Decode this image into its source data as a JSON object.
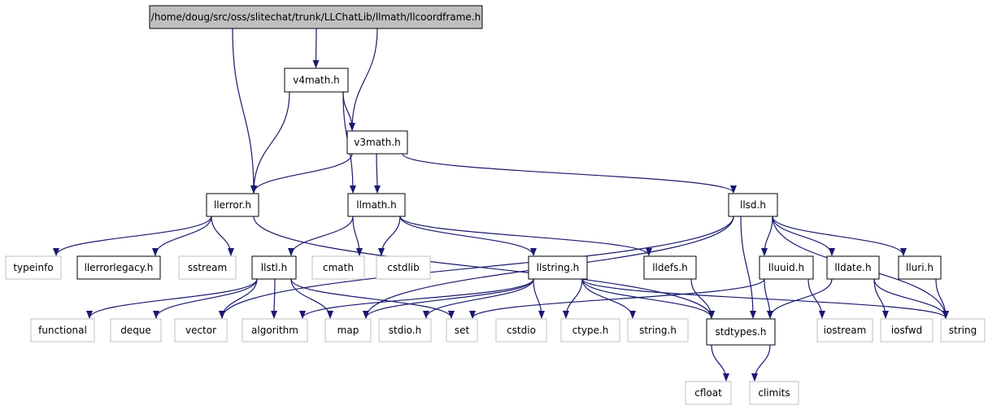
{
  "nodes": [
    {
      "id": "root",
      "label": "/home/doug/src/oss/slitechat/trunk/LLChatLib/llmath/llcoordframe.h",
      "style": "root"
    },
    {
      "id": "v4math",
      "label": "v4math.h",
      "style": "doc"
    },
    {
      "id": "v3math",
      "label": "v3math.h",
      "style": "doc"
    },
    {
      "id": "llerror",
      "label": "llerror.h",
      "style": "doc"
    },
    {
      "id": "llmath",
      "label": "llmath.h",
      "style": "doc"
    },
    {
      "id": "llsd",
      "label": "llsd.h",
      "style": "doc"
    },
    {
      "id": "typeinfo",
      "label": "typeinfo",
      "style": "sys"
    },
    {
      "id": "llerrorlegacy",
      "label": "llerrorlegacy.h",
      "style": "doc"
    },
    {
      "id": "sstream",
      "label": "sstream",
      "style": "sys"
    },
    {
      "id": "llstl",
      "label": "llstl.h",
      "style": "doc"
    },
    {
      "id": "cmath",
      "label": "cmath",
      "style": "sys"
    },
    {
      "id": "cstdlib",
      "label": "cstdlib",
      "style": "sys"
    },
    {
      "id": "llstring",
      "label": "llstring.h",
      "style": "doc"
    },
    {
      "id": "lldefs",
      "label": "lldefs.h",
      "style": "doc"
    },
    {
      "id": "lluuid",
      "label": "lluuid.h",
      "style": "doc"
    },
    {
      "id": "lldate",
      "label": "lldate.h",
      "style": "doc"
    },
    {
      "id": "lluri",
      "label": "lluri.h",
      "style": "doc"
    },
    {
      "id": "functional",
      "label": "functional",
      "style": "sys"
    },
    {
      "id": "deque",
      "label": "deque",
      "style": "sys"
    },
    {
      "id": "vector",
      "label": "vector",
      "style": "sys"
    },
    {
      "id": "algorithm",
      "label": "algorithm",
      "style": "sys"
    },
    {
      "id": "map",
      "label": "map",
      "style": "sys"
    },
    {
      "id": "stdioh",
      "label": "stdio.h",
      "style": "sys"
    },
    {
      "id": "set",
      "label": "set",
      "style": "sys"
    },
    {
      "id": "cstdio",
      "label": "cstdio",
      "style": "sys"
    },
    {
      "id": "ctypeh",
      "label": "ctype.h",
      "style": "sys"
    },
    {
      "id": "stringh",
      "label": "string.h",
      "style": "sys"
    },
    {
      "id": "stdtypes",
      "label": "stdtypes.h",
      "style": "doc"
    },
    {
      "id": "iostream",
      "label": "iostream",
      "style": "sys"
    },
    {
      "id": "iosfwd",
      "label": "iosfwd",
      "style": "sys"
    },
    {
      "id": "string",
      "label": "string",
      "style": "sys"
    },
    {
      "id": "cfloat",
      "label": "cfloat",
      "style": "sys"
    },
    {
      "id": "climits",
      "label": "climits",
      "style": "sys"
    }
  ],
  "edges": [
    [
      "root",
      "v4math"
    ],
    [
      "root",
      "v3math"
    ],
    [
      "root",
      "llerror"
    ],
    [
      "v4math",
      "v3math"
    ],
    [
      "v4math",
      "llerror"
    ],
    [
      "v4math",
      "llmath"
    ],
    [
      "v3math",
      "llerror"
    ],
    [
      "v3math",
      "llmath"
    ],
    [
      "v3math",
      "llsd"
    ],
    [
      "llerror",
      "typeinfo"
    ],
    [
      "llerror",
      "llerrorlegacy"
    ],
    [
      "llerror",
      "sstream"
    ],
    [
      "llerror",
      "stdtypes"
    ],
    [
      "llmath",
      "llstl"
    ],
    [
      "llmath",
      "cmath"
    ],
    [
      "llmath",
      "cstdlib"
    ],
    [
      "llmath",
      "llstring"
    ],
    [
      "llmath",
      "lldefs"
    ],
    [
      "llsd",
      "map"
    ],
    [
      "llsd",
      "vector"
    ],
    [
      "llsd",
      "stdtypes"
    ],
    [
      "llsd",
      "lluuid"
    ],
    [
      "llsd",
      "lldate"
    ],
    [
      "llsd",
      "lluri"
    ],
    [
      "llsd",
      "string"
    ],
    [
      "llstl",
      "functional"
    ],
    [
      "llstl",
      "deque"
    ],
    [
      "llstl",
      "vector"
    ],
    [
      "llstl",
      "algorithm"
    ],
    [
      "llstl",
      "map"
    ],
    [
      "llstl",
      "set"
    ],
    [
      "llstring",
      "algorithm"
    ],
    [
      "llstring",
      "map"
    ],
    [
      "llstring",
      "stdioh"
    ],
    [
      "llstring",
      "cstdio"
    ],
    [
      "llstring",
      "ctypeh"
    ],
    [
      "llstring",
      "stringh"
    ],
    [
      "llstring",
      "stdtypes"
    ],
    [
      "llstring",
      "string"
    ],
    [
      "lldefs",
      "stdtypes"
    ],
    [
      "lluuid",
      "set"
    ],
    [
      "lluuid",
      "stdtypes"
    ],
    [
      "lluuid",
      "iostream"
    ],
    [
      "lldate",
      "stdtypes"
    ],
    [
      "lldate",
      "iosfwd"
    ],
    [
      "lldate",
      "string"
    ],
    [
      "lluri",
      "string"
    ],
    [
      "stdtypes",
      "cfloat"
    ],
    [
      "stdtypes",
      "climits"
    ]
  ],
  "colors": {
    "edge": "#191970",
    "doc_border": "#000000",
    "sys_border": "#bfbfbf",
    "sys_text": "#000000",
    "root_fill": "#bfbfbf"
  }
}
